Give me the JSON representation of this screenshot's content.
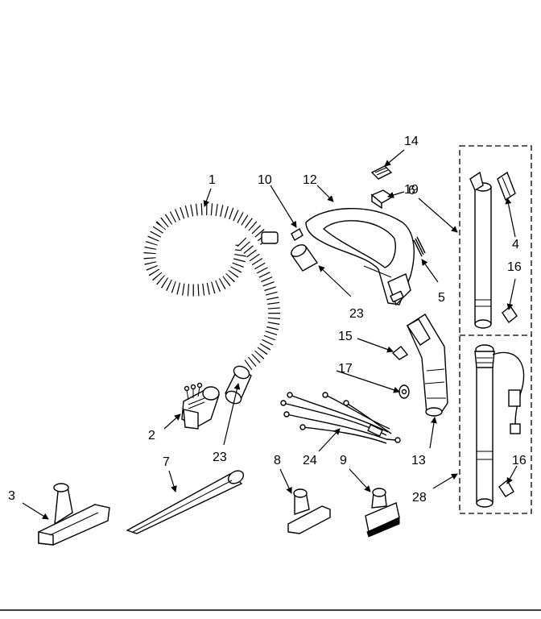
{
  "diagram": {
    "labels": {
      "p1": "1",
      "p2": "2",
      "p3": "3",
      "p4": "4",
      "p5": "5",
      "p6": "6",
      "p7": "7",
      "p8": "8",
      "p9": "9",
      "p10": "10",
      "p12": "12",
      "p13": "13",
      "p14": "14",
      "p15": "15",
      "p16a": "16",
      "p16b": "16",
      "p17": "17",
      "p19": "19",
      "p23a": "23",
      "p23b": "23",
      "p24": "24",
      "p28": "28"
    }
  }
}
